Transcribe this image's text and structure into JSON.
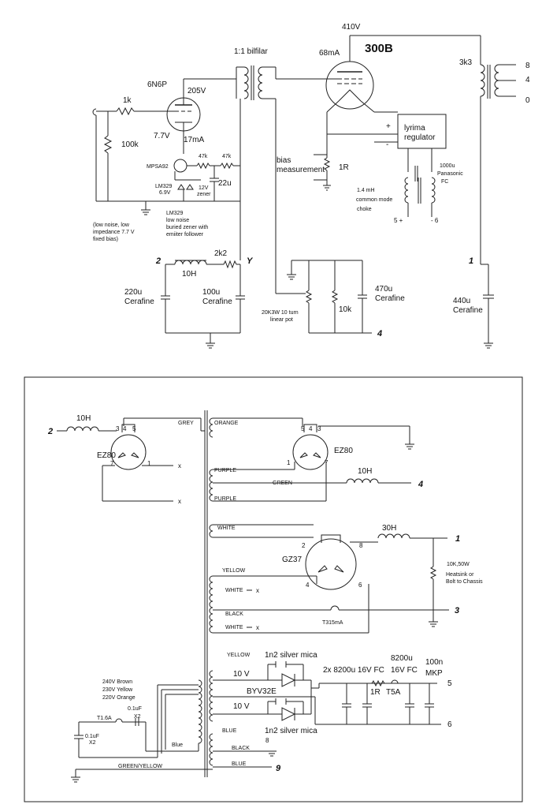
{
  "top": {
    "b_plus": "410V",
    "tube_300b": "300B",
    "current_300b": "68mA",
    "interstage": "1:1 bilfilar",
    "tube_6n6p": "6N6P",
    "plate_v": "205V",
    "cathode_v": "7.7V",
    "cathode_i": "17mA",
    "r_grid": "1k",
    "r_grid_leak": "100k",
    "mpsa": "MPSA92",
    "r47a": "47k",
    "r47b": "47k",
    "zener": "LM329",
    "zener_v": "6.9V",
    "zener12": "12V",
    "zener12b": "zener",
    "cap22": "22u",
    "lm329_note": [
      "LM329",
      "low noise",
      "buried zener with",
      "emiiter follower"
    ],
    "bias_note": [
      "(low noise, low",
      "impedance 7.7 V",
      "fixed bias)"
    ],
    "bias_meas": [
      "bias",
      "measurement"
    ],
    "r1r": "1R",
    "regulator": [
      "lyrima",
      "regulator"
    ],
    "plus": "+",
    "minus": "-",
    "cap1000": [
      "1000u",
      "Panasonic",
      "FC"
    ],
    "choke": [
      "1.4  mH",
      "common  mode",
      "choke"
    ],
    "n5plus": "5  +",
    "n6minus": "-  6",
    "out_xfmr": "3k3",
    "taps": [
      "8",
      "4",
      "0"
    ],
    "node2": "2",
    "node_y": "Y",
    "choke10h": "10H",
    "r2k2": "2k2",
    "cap220": [
      "220u",
      "Cerafine"
    ],
    "cap100": [
      "100u",
      "Cerafine"
    ],
    "pot": [
      "20K3W 10 turn",
      "linear pot"
    ],
    "r10k": "10k",
    "cap470": [
      "470u",
      "Cerafine"
    ],
    "node4": "4",
    "node1": "1",
    "cap440": [
      "440u",
      "Cerafine"
    ]
  },
  "psu": {
    "node2": "2",
    "choke_in": "10H",
    "ez80_left": "EZ80",
    "ez80_right": "EZ80",
    "pins_left": [
      "3",
      "4",
      "5",
      "7",
      "1"
    ],
    "pins_right": [
      "5",
      "4",
      "3",
      "1",
      "7"
    ],
    "x_marks": [
      "x",
      "x",
      "x",
      "x"
    ],
    "grey": "GREY",
    "orange": "ORANGE",
    "purple1": "PURPLE",
    "green": "GREEN",
    "purple2": "PURPLE",
    "choke_out": "10H",
    "node4": "4",
    "white1": "WHITE",
    "gz37": "GZ37",
    "gz_pins": [
      "2",
      "8",
      "4",
      "6"
    ],
    "choke30": "30H",
    "node1": "1",
    "r10k": [
      "10K,50W",
      "Heatsink or",
      "Bolt to Chassis"
    ],
    "yellow1": "YELLOW",
    "white2": "WHITE",
    "black1": "BLACK",
    "white3": "WHITE",
    "fuse315": "T315mA",
    "node3": "3",
    "yellow2": "YELLOW",
    "mica1": "1n2 silver mica",
    "mica2": "1n2 silver mica",
    "v10a": "10 V",
    "v10b": "10 V",
    "diode": "BYV32E",
    "caps": "2x 8200u  16V FC",
    "cap8200": [
      "8200u",
      "16V FC"
    ],
    "cap100n": [
      "100n",
      "MKP"
    ],
    "r1r": "1R",
    "t5a": "T5A",
    "node5": "5",
    "node6": "6",
    "node8": "8",
    "blue1": "BLUE",
    "black2": "BLACK",
    "blue2": "BLUE",
    "node9": "9",
    "mains": [
      "240V Brown",
      "230V Yellow",
      "220V Orange"
    ],
    "blue_tap": "Blue",
    "fuse16": "T1.6A",
    "c01a": [
      "0.1uF",
      "X2"
    ],
    "c01b": [
      "0.1uF",
      "X2"
    ],
    "gy": "GREEN/YELLOW"
  }
}
